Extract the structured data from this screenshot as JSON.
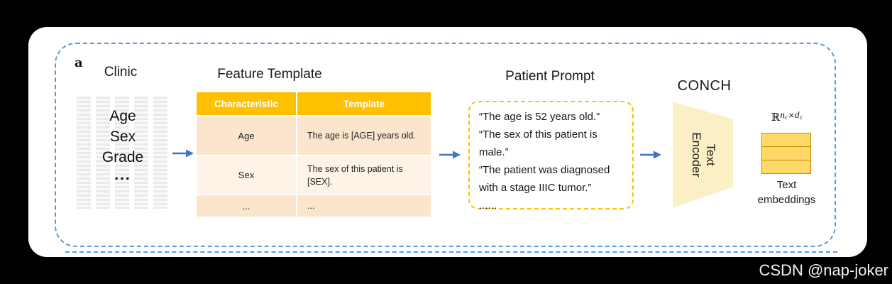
{
  "panel_label": "a",
  "watermark": "CSDN @nap-joker",
  "clinic": {
    "title": "Clinic",
    "overlay_items": [
      "Age",
      "Sex",
      "Grade",
      "..."
    ]
  },
  "feature_template": {
    "title": "Feature Template",
    "columns": [
      "Characteristic",
      "Template"
    ],
    "rows": [
      {
        "characteristic": "Age",
        "template": "The age is [AGE] years old."
      },
      {
        "characteristic": "Sex",
        "template": "The sex of this patient is [SEX]."
      },
      {
        "characteristic": "...",
        "template": "..."
      }
    ]
  },
  "patient_prompt": {
    "title": "Patient Prompt",
    "lines": [
      "“The age is 52 years old.”",
      "“The sex of this patient is male.”",
      "“The patient was diagnosed with a stage IIIC tumor.”",
      "......"
    ]
  },
  "encoder": {
    "title": "CONCH",
    "label_line1": "Text",
    "label_line2": "Encoder"
  },
  "embeddings": {
    "formula": {
      "base": "ℝ",
      "n": "n",
      "n_sub": "c",
      "times": "×",
      "d": "d",
      "d_sub": "c"
    },
    "matrix_rows": 3,
    "label_line1": "Text",
    "label_line2": "embeddings"
  },
  "colors": {
    "header_orange": "#FFC000",
    "row_peach": "#FBE5CD",
    "row_light": "#FDF3E7",
    "prompt_border": "#FFC000",
    "panel_border": "#5B9BD5",
    "arrow_blue": "#4472C4",
    "trapezoid_fill": "#FBEFC6",
    "matrix_fill": "#FFD966",
    "matrix_border": "#BF9000",
    "background": "#000000",
    "card": "#FFFFFF"
  }
}
